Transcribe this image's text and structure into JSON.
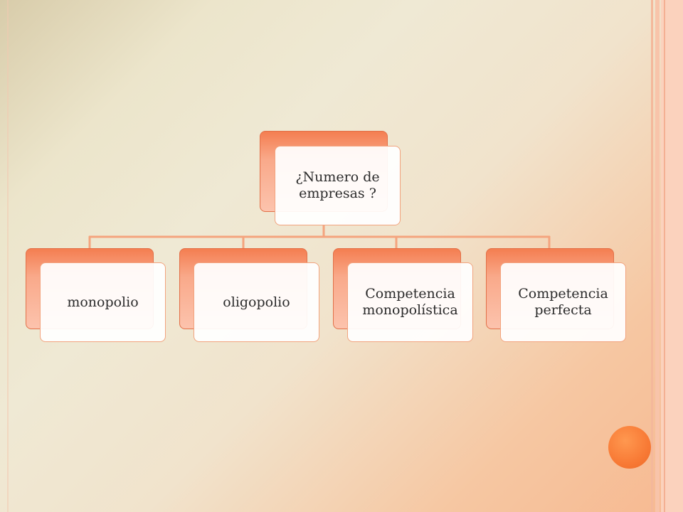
{
  "diagram": {
    "root": {
      "label": "¿Numero de empresas ?"
    },
    "children": [
      {
        "label": "monopolio"
      },
      {
        "label": "oligopolio"
      },
      {
        "label": "Competencia monopolística"
      },
      {
        "label": "Competencia perfecta"
      }
    ]
  },
  "colors": {
    "accent": "#f47e51",
    "connector": "#f4a47e",
    "circle": "#f87a35"
  }
}
